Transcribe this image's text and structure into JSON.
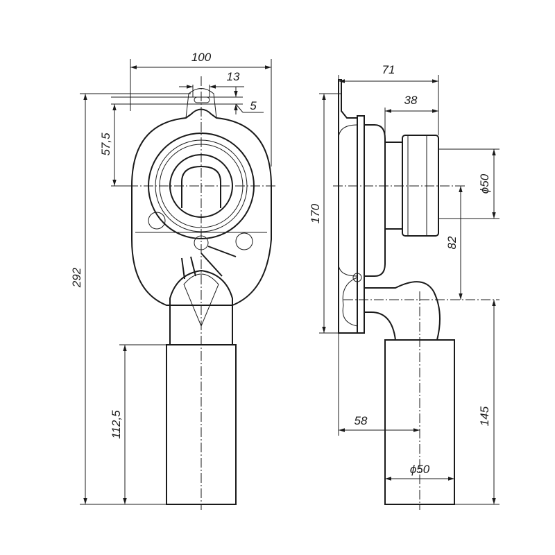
{
  "drawing": {
    "front_view": {
      "dimensions": {
        "width": "100",
        "slot_width": "13",
        "slot_height": "5",
        "slot_to_center": "57,5",
        "total_height": "292",
        "pipe_length": "112,5"
      }
    },
    "side_view": {
      "dimensions": {
        "depth": "71",
        "spigot_length": "38",
        "inlet_diameter": "ϕ50",
        "inlet_to_outlet": "82",
        "plate_height": "170",
        "outlet_height": "145",
        "outlet_offset": "58",
        "outlet_diameter": "ϕ50"
      }
    }
  }
}
